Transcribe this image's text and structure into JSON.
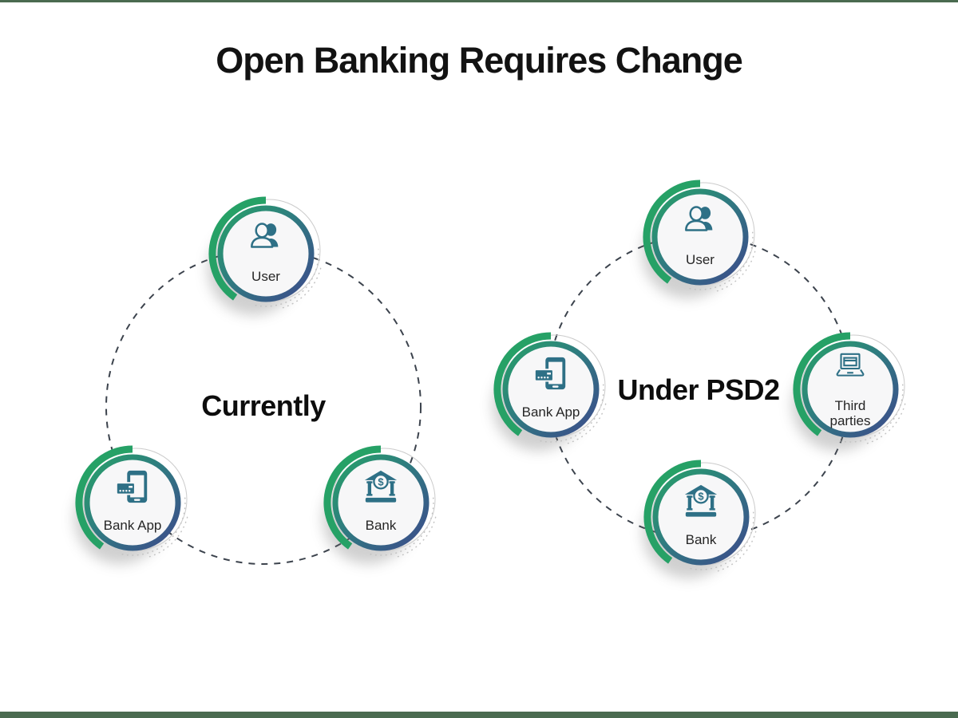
{
  "page": {
    "title": "Open Banking Requires Change"
  },
  "colors": {
    "accent_bar": "#4a6b50",
    "ring_gradient_start": "#26a166",
    "ring_gradient_end": "#3d4b8c",
    "icon_teal": "#2e7086",
    "dashed_circle": "#3c434d",
    "node_fill": "#f7f7f8"
  },
  "glyphs": {
    "dollar": "$"
  },
  "diagrams": [
    {
      "name": "currently",
      "center_label": "Currently",
      "nodes": [
        {
          "label": "User",
          "icon": "users-icon"
        },
        {
          "label": "Bank App",
          "icon": "mobile-payment-icon"
        },
        {
          "label": "Bank",
          "icon": "bank-icon"
        }
      ]
    },
    {
      "name": "under-psd2",
      "center_label": "Under PSD2",
      "nodes": [
        {
          "label": "User",
          "icon": "users-icon"
        },
        {
          "label": "Bank App",
          "icon": "mobile-payment-icon"
        },
        {
          "label": "Third parties",
          "icon": "laptop-icon"
        },
        {
          "label": "Bank",
          "icon": "bank-icon"
        }
      ]
    }
  ]
}
